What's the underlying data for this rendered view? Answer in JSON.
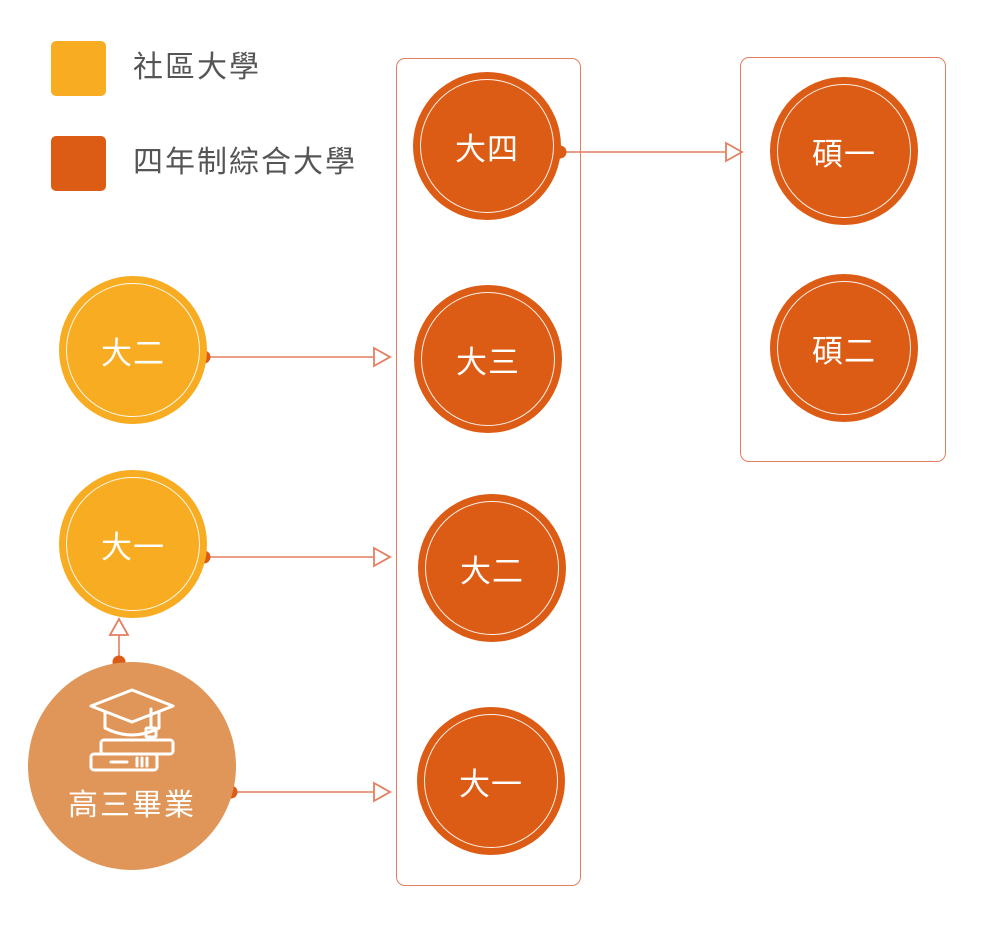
{
  "colors": {
    "community": "#f7ac22",
    "university": "#dc5c15",
    "start": "#df9658",
    "frame": "#e37f60",
    "arrow": "#e37f60",
    "dot": "#dc5c15"
  },
  "legend": [
    {
      "label": "社區大學",
      "color": "#f7ac22"
    },
    {
      "label": "四年制綜合大學",
      "color": "#dc5c15"
    }
  ],
  "start": {
    "label": "高三畢業",
    "icon": "graduation-cap-icon"
  },
  "community": [
    {
      "label": "大二"
    },
    {
      "label": "大一"
    }
  ],
  "university": [
    {
      "label": "大四"
    },
    {
      "label": "大三"
    },
    {
      "label": "大二"
    },
    {
      "label": "大一"
    }
  ],
  "graduate": [
    {
      "label": "碩一"
    },
    {
      "label": "碩二"
    }
  ]
}
